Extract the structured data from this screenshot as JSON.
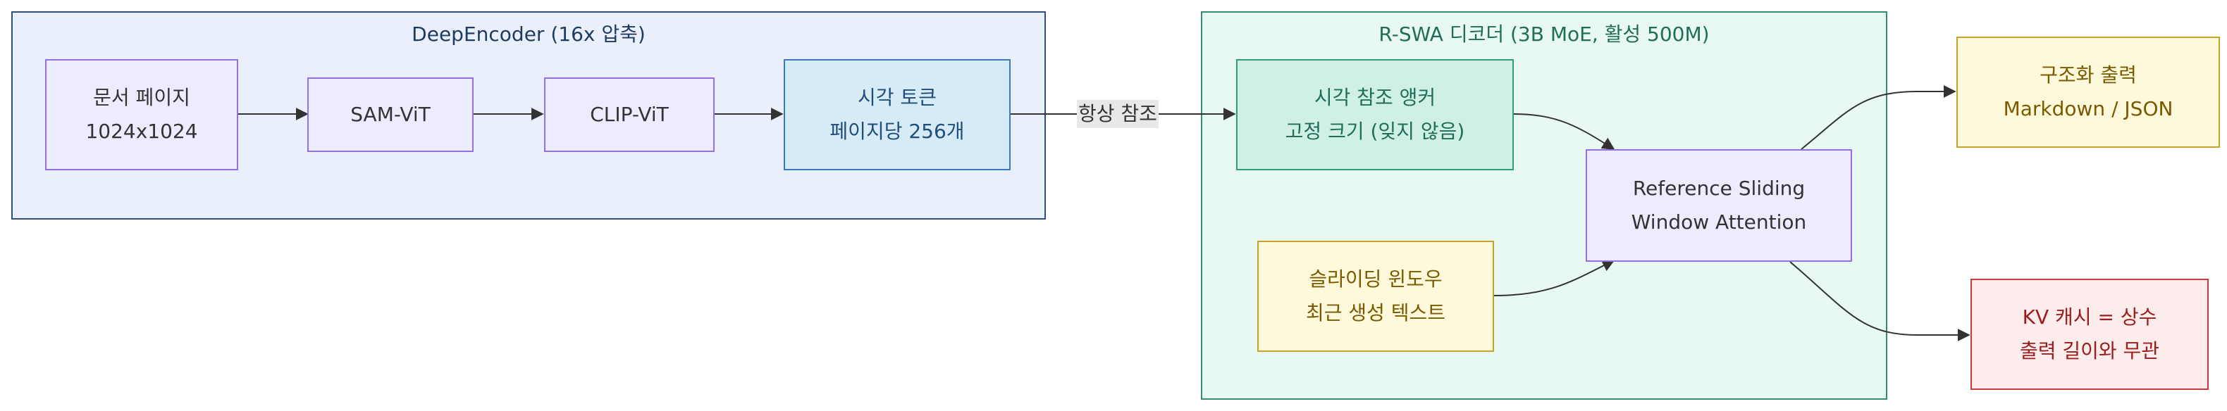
{
  "colors": {
    "encoder_fill": "#eaf0fb",
    "encoder_stroke": "#2f4f7a",
    "encoder_text": "#1f3a5f",
    "decoder_fill": "#e8f8f2",
    "decoder_stroke": "#2f8f73",
    "decoder_text": "#1f6e5a",
    "default_fill": "#ececfe",
    "default_stroke": "#9370db",
    "default_text": "#333333",
    "blue_fill": "#d7ebf7",
    "blue_stroke": "#3a7bbf",
    "blue_text": "#1f4e79",
    "teal_fill": "#d0f0e6",
    "teal_stroke": "#2f9e7f",
    "teal_text": "#1f6e5a",
    "yellow_fill": "#fff9db",
    "yellow_stroke": "#c9a227",
    "yellow_text": "#7a5a00",
    "red_fill": "#fdecec",
    "red_stroke": "#cc3b3b",
    "red_text": "#9b1c1c",
    "edge": "#333333"
  },
  "groups": {
    "encoder": {
      "title": "DeepEncoder (16x 압축)"
    },
    "decoder": {
      "title": "R-SWA 디코더 (3B MoE, 활성 500M)"
    }
  },
  "nodes": {
    "doc_page": {
      "line1": "문서 페이지",
      "line2": "1024x1024"
    },
    "sam_vit": {
      "line1": "SAM-ViT"
    },
    "clip_vit": {
      "line1": "CLIP-ViT"
    },
    "visual_tokens": {
      "line1": "시각 토큰",
      "line2": "페이지당 256개"
    },
    "visual_anchor": {
      "line1": "시각 참조 앵커",
      "line2": "고정 크기 (잊지 않음)"
    },
    "sliding_window": {
      "line1": "슬라이딩 윈도우",
      "line2": "최근 생성 텍스트"
    },
    "rswa": {
      "line1": "Reference Sliding",
      "line2": "Window Attention"
    },
    "structured_output": {
      "line1": "구조화 출력",
      "line2": "Markdown / JSON"
    },
    "kv_cache": {
      "line1": "KV 캐시 = 상수",
      "line2": "출력 길이와 무관"
    }
  },
  "edges": {
    "always_ref_label": "항상 참조"
  }
}
